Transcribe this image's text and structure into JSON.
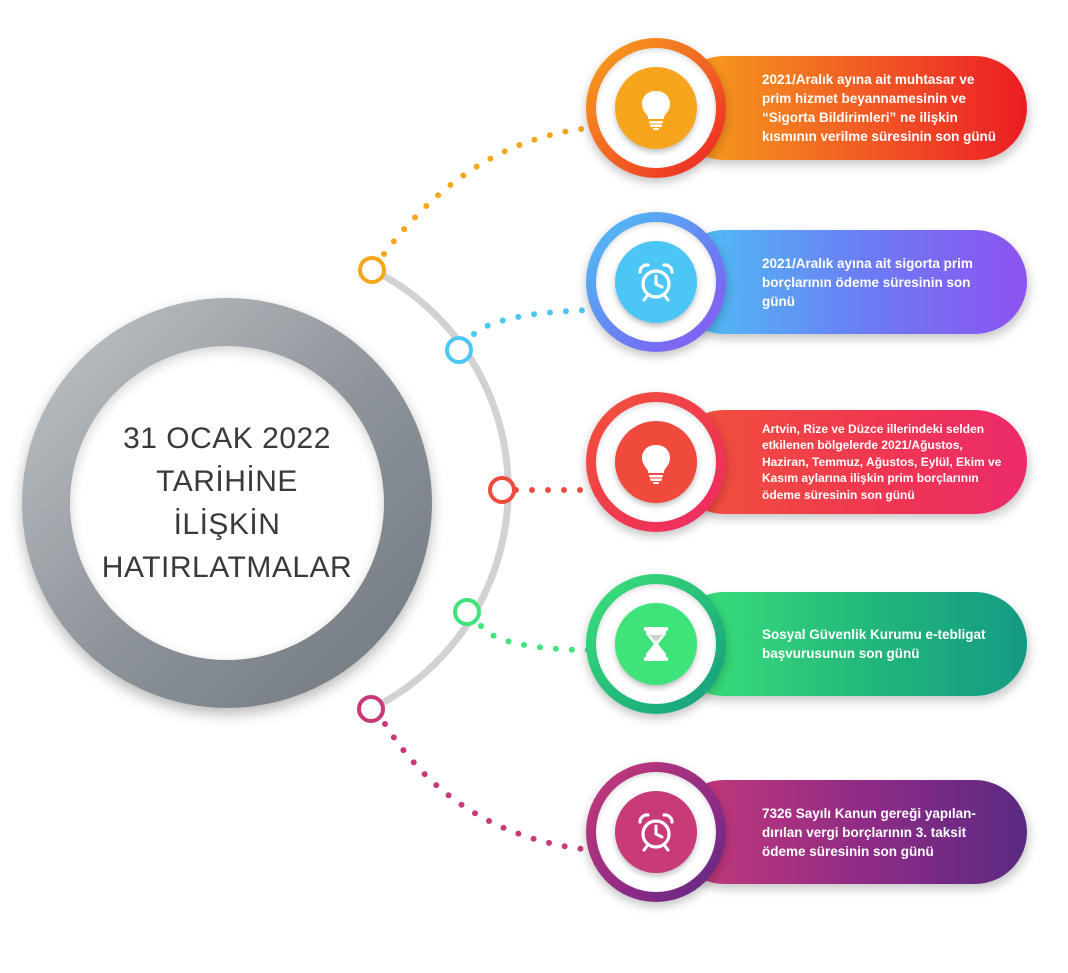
{
  "hub": {
    "title_lines": [
      "31 OCAK 2022",
      "TARİHİNE",
      "İLİŞKİN",
      "HATIRLATMALAR"
    ]
  },
  "items": [
    {
      "text": "2021/Aralık ayına ait muhtasar ve\nprim hizmet beyannamesinin ve\n“Sigorta Bildirimleri” ne ilişkin\nkısmının verilme süresinin son günü",
      "icon": "lightbulb-icon",
      "color": "#f7a51c",
      "gradient": [
        "#f7a51c",
        "#f15a24",
        "#ec1c24"
      ]
    },
    {
      "text": "2021/Aralık ayına ait sigorta prim\nborçlarının ödeme süresinin son\ngünü",
      "icon": "alarm-clock-icon",
      "color": "#4cc6f4",
      "gradient": [
        "#4cc6f4",
        "#6b7cf4",
        "#8e52f0"
      ]
    },
    {
      "text": "Artvin, Rize ve Düzce illerindeki selden\netkilenen bölgelerde 2021/Ağustos,\nHaziran, Temmuz, Ağustos, Eylül, Ekim ve\nKasım aylarına ilişkin prim borçlarının\nödeme süresinin son günü",
      "icon": "lightbulb-icon",
      "color": "#f04a3c",
      "gradient": [
        "#f2543a",
        "#f0384f",
        "#ec2a6a"
      ]
    },
    {
      "text": "Sosyal Güvenlik Kurumu e-tebligat\nbaşvurusunun son günü",
      "icon": "hourglass-icon",
      "color": "#3ee37a",
      "gradient": [
        "#3ee37a",
        "#22b87a",
        "#149a84"
      ]
    },
    {
      "text": "7326 Sayılı Kanun gereği yapılan-\ndırılan vergi borçlarının 3. taksit\nödeme süresinin son günü",
      "icon": "alarm-clock-icon",
      "color": "#c93a78",
      "gradient": [
        "#c93a78",
        "#8e2b86",
        "#5a2a82"
      ]
    }
  ],
  "arc_color": "#d2d2d2"
}
